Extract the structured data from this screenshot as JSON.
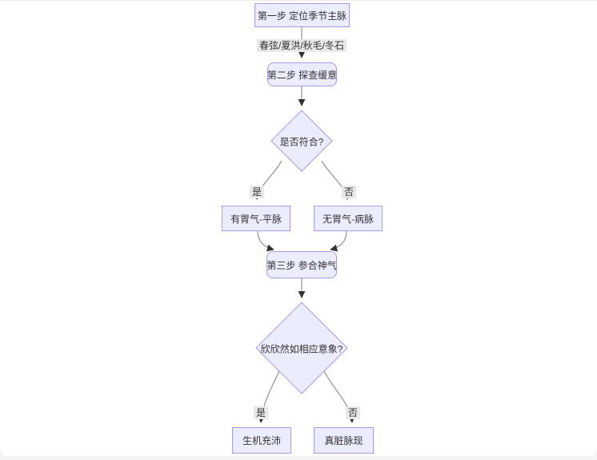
{
  "diagram": {
    "type": "flowchart-top-down",
    "nodes": {
      "step1": {
        "label": "第一步 定位季节主脉",
        "shape": "rect"
      },
      "step2": {
        "label": "第二步 探查缓意",
        "shape": "rounded"
      },
      "decision1": {
        "label": "是否符合?",
        "shape": "diamond"
      },
      "normal": {
        "label": "有胃气-平脉",
        "shape": "rect"
      },
      "sick": {
        "label": "无胃气-病脉",
        "shape": "rect"
      },
      "step3": {
        "label": "第三步 参合神气",
        "shape": "rounded"
      },
      "decision2": {
        "label": "欣欣然如相应意象?",
        "shape": "diamond"
      },
      "vitality": {
        "label": "生机充沛",
        "shape": "rect"
      },
      "zangpulse": {
        "label": "真脏脉现",
        "shape": "rect"
      }
    },
    "edge_labels": {
      "seasons": "春弦/夏洪/秋毛/冬石",
      "yes1": "是",
      "no1": "否",
      "yes2": "是",
      "no2": "否"
    },
    "colors": {
      "node_fill": "#ECECFF",
      "node_border": "#A99BE0",
      "edge_line": "#999999",
      "arrowhead": "#333333",
      "edge_label_bg": "#E8E8E8",
      "text": "#333333",
      "page_bg": "#F5F5F5",
      "canvas_bg": "#FFFFFF"
    }
  }
}
